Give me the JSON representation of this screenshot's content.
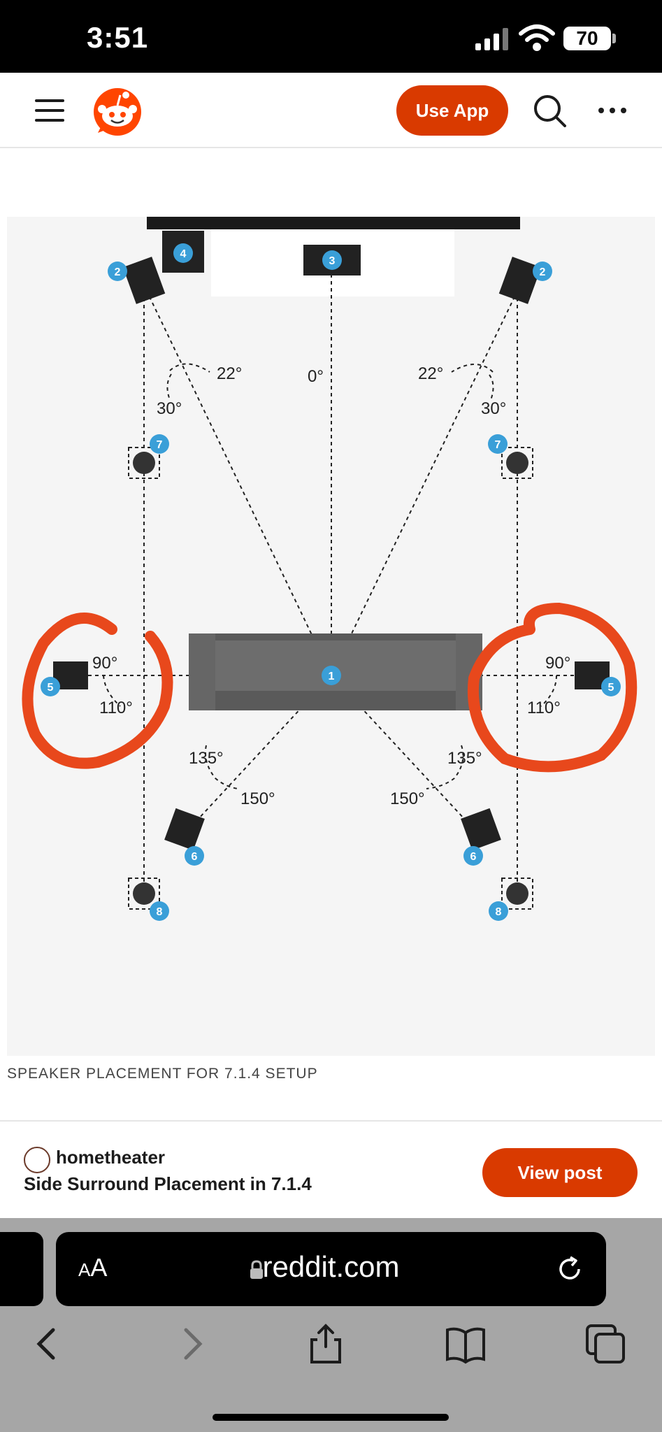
{
  "status_bar": {
    "time": "3:51",
    "battery": "70"
  },
  "header": {
    "use_app_label": "Use App"
  },
  "diagram": {
    "angles": {
      "front_left_22": "22°",
      "front_right_22": "22°",
      "center_0": "0°",
      "left_30": "30°",
      "right_30": "30°",
      "left_90": "90°",
      "right_90": "90°",
      "left_110": "110°",
      "right_110": "110°",
      "left_135": "135°",
      "right_135": "135°",
      "left_150": "150°",
      "right_150": "150°"
    },
    "speaker_numbers": {
      "listener": "1",
      "front_left": "2",
      "front_right": "2",
      "center": "3",
      "subwoofer": "4",
      "side_left": "5",
      "side_right": "5",
      "rear_left": "6",
      "rear_right": "6",
      "height_front_left": "7",
      "height_front_right": "7",
      "height_rear_left": "8",
      "height_rear_right": "8"
    },
    "caption": "SPEAKER PLACEMENT FOR 7.1.4 SETUP"
  },
  "post": {
    "subreddit": "hometheater",
    "title": "Side Surround Placement in 7.1.4",
    "view_post_label": "View post"
  },
  "browser": {
    "aa_label_small": "A",
    "aa_label_large": "A",
    "url": "reddit.com"
  },
  "colors": {
    "accent": "#d93a00",
    "badge": "#3a9fd8",
    "circle_mark": "#e8481c"
  }
}
